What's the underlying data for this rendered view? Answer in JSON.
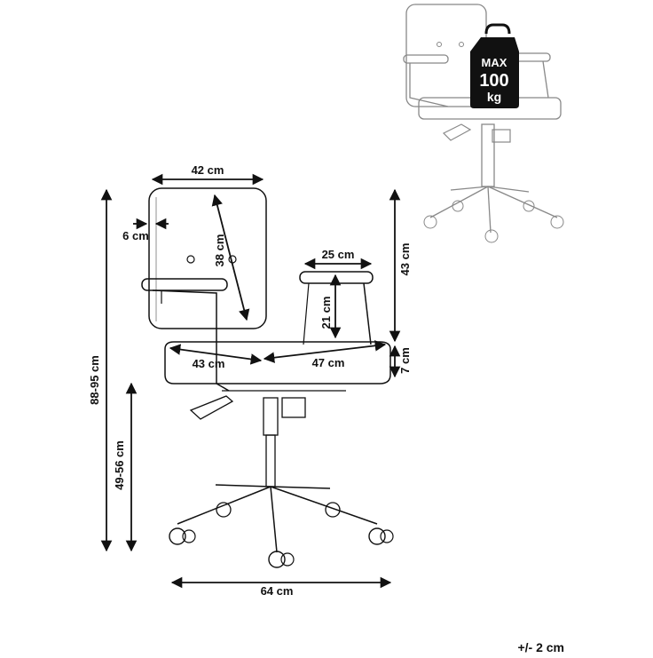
{
  "weight_badge": {
    "line1": "MAX",
    "line2": "100",
    "line3": "kg"
  },
  "dimensions": {
    "backrest_width": "42 cm",
    "backrest_offset": "6 cm",
    "backrest_height": "38 cm",
    "armrest_length": "25 cm",
    "armrest_height": "21 cm",
    "back_to_armrest_height": "43 cm",
    "seat_thickness": "7 cm",
    "seat_depth": "43 cm",
    "seat_width": "47 cm",
    "total_height": "88-95 cm",
    "seat_height": "49-56 cm",
    "base_width": "64 cm"
  },
  "tolerance": "+/- 2 cm"
}
